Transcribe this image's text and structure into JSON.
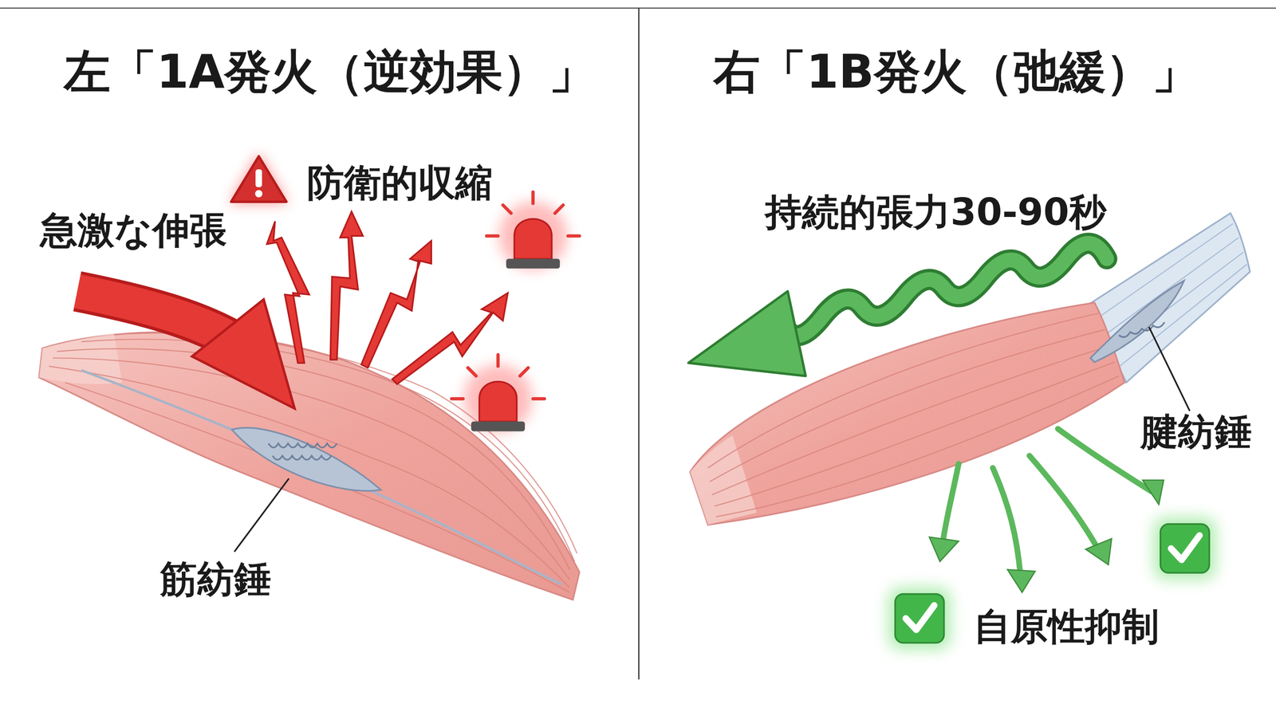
{
  "diagram": {
    "labels": [
      "左「1A発火（逆効果）」",
      "防衛的収縮",
      "急激な伸張",
      "筋紡錘",
      "右「1B発火（弛緩）」",
      "持続的張力30-90秒",
      "腱紡錘",
      "自原性抑制"
    ]
  }
}
